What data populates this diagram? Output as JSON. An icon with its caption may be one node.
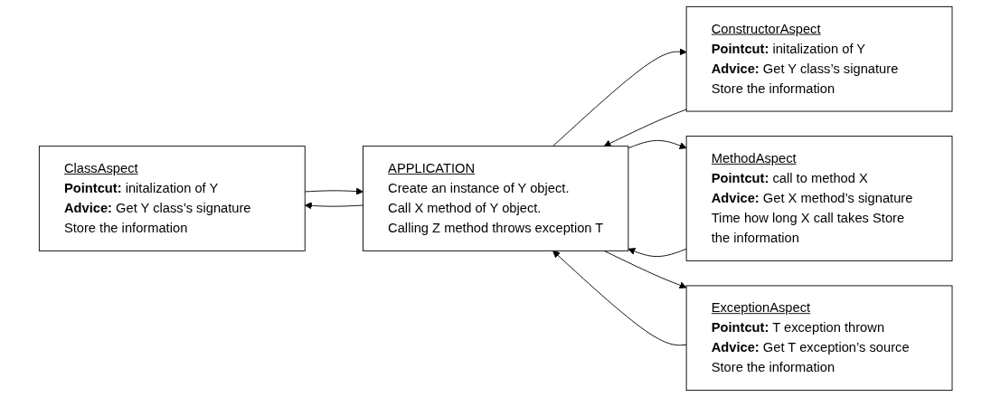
{
  "diagram": {
    "nodes": [
      {
        "text": [
          "ClassAspect",
          "**Pointcut:** initalization of Y",
          "**Advice:** Get Y class’s signature Store the information"
        ]
      },
      {
        "text": [
          "APPLICATION",
          "Create an instance of Y object.",
          "Call X method of Y object.",
          "Calling Z method throws exception T"
        ]
      },
      {
        "text": [
          "ConstructorAspect",
          "**Pointcut:** initalization of Y",
          "**Advice:** Get Y class’s signature Store the information"
        ]
      },
      {
        "text": [
          "MethodAspect",
          "**Pointcut:** call to method X",
          "**Advice:** Get X method’s signature Time how long X call takes Store the information"
        ]
      },
      {
        "text": [
          "ExceptionAspect",
          "**Pointcut:** T exception thrown",
          "**Advice:** Get T exception’s source Store the information"
        ]
      }
    ],
    "edges": [
      {
        "from": 1,
        "to": 0,
        "arrow": "to"
      },
      {
        "from": 0,
        "to": 1,
        "arrow": "to"
      },
      {
        "from": 1,
        "to": 2,
        "arrow": "to"
      },
      {
        "from": 2,
        "to": 1,
        "arrow": "to"
      },
      {
        "from": 1,
        "to": 3,
        "arrow": "to"
      },
      {
        "from": 3,
        "to": 1,
        "arrow": "to"
      },
      {
        "from": 1,
        "to": 4,
        "arrow": "to"
      },
      {
        "from": 4,
        "to": 1,
        "arrow": "to"
      }
    ]
  }
}
